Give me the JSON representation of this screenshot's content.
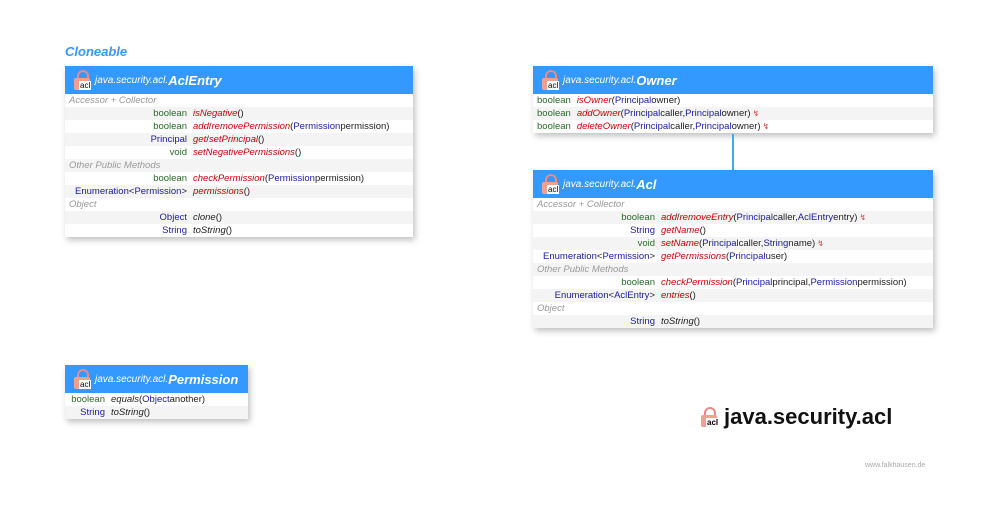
{
  "cloneable_label": "Cloneable",
  "package_title": "java.security.acl",
  "icon_text": "acl",
  "footer": "www.falkhausen.de",
  "boxes": [
    {
      "id": "aclentry",
      "pkg": "java.security.acl.",
      "name": "AclEntry",
      "rows": [
        {
          "section": "Accessor + Collector"
        },
        {
          "type": [
            [
              "prim",
              "boolean"
            ]
          ],
          "method": [
            [
              "mn",
              "isNegative"
            ]
          ],
          "params": [
            [
              "plain",
              " ()"
            ]
          ]
        },
        {
          "type": [
            [
              "prim",
              "boolean"
            ]
          ],
          "method": [
            [
              "mn",
              "add"
            ],
            [
              "plain",
              "/"
            ],
            [
              "mn",
              "removePermission"
            ]
          ],
          "params": [
            [
              "plain",
              " ("
            ],
            [
              "cls",
              "Permission"
            ],
            [
              "plain",
              " permission)"
            ]
          ]
        },
        {
          "type": [
            [
              "cls",
              "Principal"
            ]
          ],
          "method": [
            [
              "mn",
              "get"
            ],
            [
              "plain",
              "/"
            ],
            [
              "mn",
              "setPrincipal"
            ]
          ],
          "params": [
            [
              "plain",
              " ()"
            ]
          ]
        },
        {
          "type": [
            [
              "prim",
              "void"
            ]
          ],
          "method": [
            [
              "mn",
              "setNegativePermissions"
            ]
          ],
          "params": [
            [
              "plain",
              " ()"
            ]
          ]
        },
        {
          "section": "Other Public Methods"
        },
        {
          "type": [
            [
              "prim",
              "boolean"
            ]
          ],
          "method": [
            [
              "mn",
              "checkPermission"
            ]
          ],
          "params": [
            [
              "plain",
              " ("
            ],
            [
              "cls",
              "Permission"
            ],
            [
              "plain",
              " permission)"
            ]
          ]
        },
        {
          "type": [
            [
              "cls",
              "Enumeration"
            ],
            [
              "plain",
              "<"
            ],
            [
              "cls",
              "Permission"
            ],
            [
              "plain",
              ">"
            ]
          ],
          "method": [
            [
              "mn",
              "permissions"
            ]
          ],
          "params": [
            [
              "plain",
              " ()"
            ]
          ]
        },
        {
          "section": "Object"
        },
        {
          "type": [
            [
              "cls",
              "Object"
            ]
          ],
          "method": [
            [
              "mo",
              "clone"
            ]
          ],
          "params": [
            [
              "plain",
              " ()"
            ]
          ]
        },
        {
          "type": [
            [
              "cls",
              "String"
            ]
          ],
          "method": [
            [
              "mo",
              "toString"
            ]
          ],
          "params": [
            [
              "plain",
              " ()"
            ]
          ]
        }
      ]
    },
    {
      "id": "owner",
      "pkg": "java.security.acl.",
      "name": "Owner",
      "rows": [
        {
          "type": [
            [
              "prim",
              "boolean"
            ]
          ],
          "method": [
            [
              "mn",
              "isOwner"
            ]
          ],
          "params": [
            [
              "plain",
              " ("
            ],
            [
              "cls",
              "Principal"
            ],
            [
              "plain",
              " owner)"
            ]
          ]
        },
        {
          "type": [
            [
              "prim",
              "boolean"
            ]
          ],
          "method": [
            [
              "mn",
              "addOwner"
            ]
          ],
          "params": [
            [
              "plain",
              " ("
            ],
            [
              "cls",
              "Principal"
            ],
            [
              "plain",
              " caller, "
            ],
            [
              "cls",
              "Principal"
            ],
            [
              "plain",
              " owner)"
            ]
          ],
          "throws": "↯"
        },
        {
          "type": [
            [
              "prim",
              "boolean"
            ]
          ],
          "method": [
            [
              "mn",
              "deleteOwner"
            ]
          ],
          "params": [
            [
              "plain",
              " ("
            ],
            [
              "cls",
              "Principal"
            ],
            [
              "plain",
              " caller, "
            ],
            [
              "cls",
              "Principal"
            ],
            [
              "plain",
              " owner)"
            ]
          ],
          "throws": "↯"
        }
      ]
    },
    {
      "id": "acl",
      "pkg": "java.security.acl.",
      "name": "Acl",
      "rows": [
        {
          "section": "Accessor + Collector"
        },
        {
          "type": [
            [
              "prim",
              "boolean"
            ]
          ],
          "method": [
            [
              "mn",
              "add"
            ],
            [
              "plain",
              "/"
            ],
            [
              "mn",
              "removeEntry"
            ]
          ],
          "params": [
            [
              "plain",
              " ("
            ],
            [
              "cls",
              "Principal"
            ],
            [
              "plain",
              " caller, "
            ],
            [
              "cls",
              "AclEntry"
            ],
            [
              "plain",
              " entry)"
            ]
          ],
          "throws": "↯"
        },
        {
          "type": [
            [
              "cls",
              "String"
            ]
          ],
          "method": [
            [
              "mn",
              "getName"
            ]
          ],
          "params": [
            [
              "plain",
              " ()"
            ]
          ]
        },
        {
          "type": [
            [
              "prim",
              "void"
            ]
          ],
          "method": [
            [
              "mn",
              "setName"
            ]
          ],
          "params": [
            [
              "plain",
              " ("
            ],
            [
              "cls",
              "Principal"
            ],
            [
              "plain",
              " caller, "
            ],
            [
              "cls",
              "String"
            ],
            [
              "plain",
              " name)"
            ]
          ],
          "throws": "↯"
        },
        {
          "type": [
            [
              "cls",
              "Enumeration"
            ],
            [
              "plain",
              "<"
            ],
            [
              "cls",
              "Permission"
            ],
            [
              "plain",
              ">"
            ]
          ],
          "method": [
            [
              "mn",
              "getPermissions"
            ]
          ],
          "params": [
            [
              "plain",
              " ("
            ],
            [
              "cls",
              "Principal"
            ],
            [
              "plain",
              " user)"
            ]
          ]
        },
        {
          "section": "Other Public Methods"
        },
        {
          "type": [
            [
              "prim",
              "boolean"
            ]
          ],
          "method": [
            [
              "mn",
              "checkPermission"
            ]
          ],
          "params": [
            [
              "plain",
              " ("
            ],
            [
              "cls",
              "Principal"
            ],
            [
              "plain",
              " principal, "
            ],
            [
              "cls",
              "Permission"
            ],
            [
              "plain",
              " permission)"
            ]
          ]
        },
        {
          "type": [
            [
              "cls",
              "Enumeration"
            ],
            [
              "plain",
              "<"
            ],
            [
              "cls",
              "AclEntry"
            ],
            [
              "plain",
              ">"
            ]
          ],
          "method": [
            [
              "mn",
              "entries"
            ]
          ],
          "params": [
            [
              "plain",
              " ()"
            ]
          ]
        },
        {
          "section": "Object"
        },
        {
          "type": [
            [
              "cls",
              "String"
            ]
          ],
          "method": [
            [
              "mo",
              "toString"
            ]
          ],
          "params": [
            [
              "plain",
              " ()"
            ]
          ]
        }
      ]
    },
    {
      "id": "permission",
      "pkg": "java.security.acl.",
      "name": "Permission",
      "rows": [
        {
          "type": [
            [
              "prim",
              "boolean"
            ]
          ],
          "method": [
            [
              "mo",
              "equals"
            ]
          ],
          "params": [
            [
              "plain",
              " ("
            ],
            [
              "cls",
              "Object"
            ],
            [
              "plain",
              " another)"
            ]
          ]
        },
        {
          "type": [
            [
              "cls",
              "String"
            ]
          ],
          "method": [
            [
              "mo",
              "toString"
            ]
          ],
          "params": [
            [
              "plain",
              " ()"
            ]
          ]
        }
      ]
    }
  ]
}
